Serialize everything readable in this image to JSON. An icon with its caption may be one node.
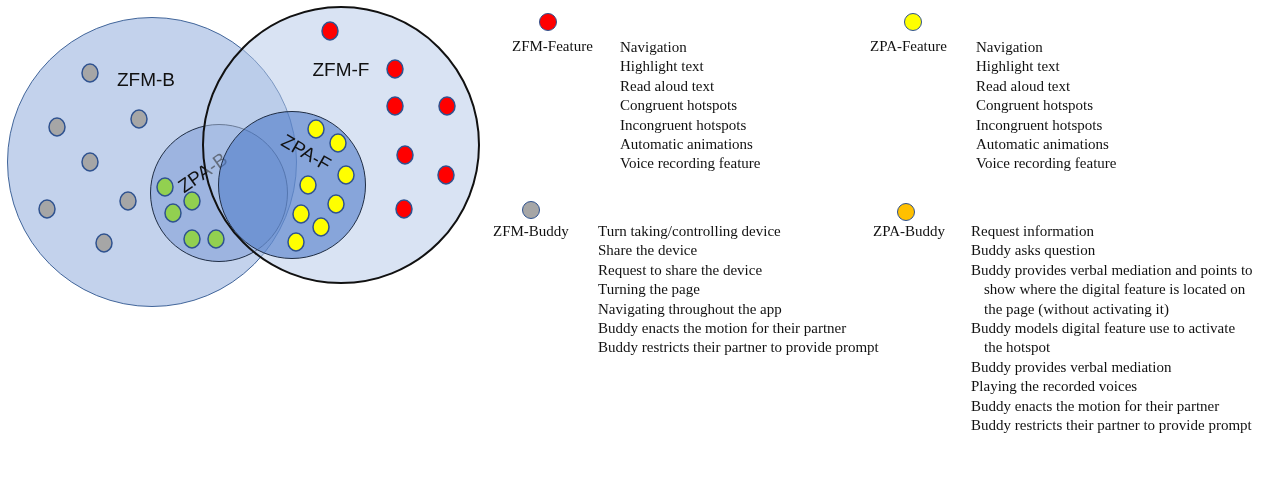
{
  "diagram": {
    "nodes": [
      {
        "text": [
          "ZFM-B"
        ]
      },
      {
        "text": [
          "ZFM-F"
        ]
      },
      {
        "text": [
          "ZPA-B"
        ],
        "in": 0
      },
      {
        "text": [
          "ZPA-F"
        ],
        "in": 1
      }
    ],
    "legend": [
      {
        "text": "ZFM-Feature",
        "color": "#ff0000"
      },
      {
        "text": "ZPA-Feature",
        "color": "#ffff00"
      },
      {
        "text": "ZFM-Buddy",
        "color": "#a6a6a6"
      },
      {
        "text": "ZPA-Buddy",
        "color": "#ffc000"
      }
    ],
    "labels": [
      "Navigation",
      "Highlight text",
      "Read aloud text",
      "Congruent hotspots",
      "Incongruent hotspots",
      "Automatic animations",
      "Voice recording feature",
      "Navigation",
      "Highlight text",
      "Read aloud text",
      "Congruent hotspots",
      "Incongruent hotspots",
      "Automatic animations",
      "Voice recording feature",
      "Turn taking/controlling device",
      "Share the device",
      "Request to share the device",
      "Turning the page",
      "Navigating throughout the app",
      "Buddy enacts the motion for their partner",
      "Buddy restricts their partner to provide prompt",
      "Request information",
      "Buddy asks question",
      "Buddy provides verbal mediation and points to show where the digital feature is located on the page (without activating it)",
      "Buddy models digital feature use to activate the hotspot",
      "Buddy provides verbal mediation",
      "Playing the recorded voices",
      "Buddy enacts the motion for their partner",
      "Buddy restricts their partner to provide prompt"
    ]
  }
}
